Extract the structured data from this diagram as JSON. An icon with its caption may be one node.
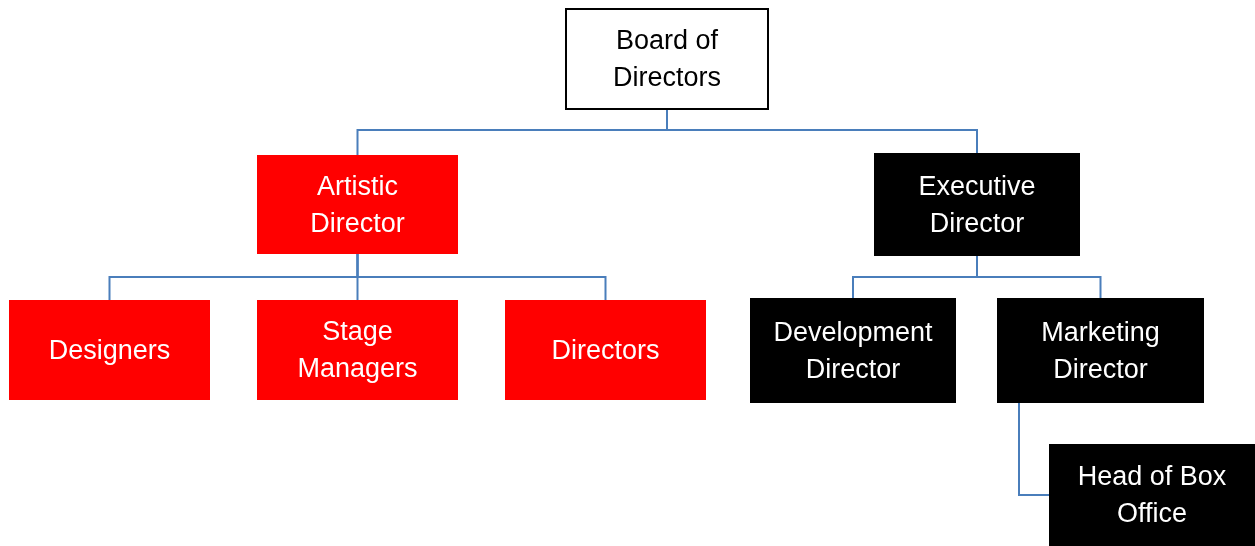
{
  "diagram": {
    "nodes": [
      {
        "text": [
          "Board of Directors"
        ]
      },
      {
        "text": [
          "Artistic Director"
        ]
      },
      {
        "text": [
          "Executive Director"
        ]
      },
      {
        "text": [
          "Designers"
        ]
      },
      {
        "text": [
          "Stage Managers"
        ]
      },
      {
        "text": [
          "Directors"
        ]
      },
      {
        "text": [
          "Development Director"
        ]
      },
      {
        "text": [
          "Marketing Director"
        ]
      },
      {
        "text": [
          "Head of Box Office"
        ]
      }
    ],
    "edges": [
      {
        "from": 0,
        "to": 1,
        "arrow": "none"
      },
      {
        "from": 0,
        "to": 2,
        "arrow": "none"
      },
      {
        "from": 1,
        "to": 3,
        "arrow": "none"
      },
      {
        "from": 1,
        "to": 4,
        "arrow": "none"
      },
      {
        "from": 1,
        "to": 5,
        "arrow": "none"
      },
      {
        "from": 2,
        "to": 6,
        "arrow": "none"
      },
      {
        "from": 2,
        "to": 7,
        "arrow": "none"
      },
      {
        "from": 7,
        "to": 8,
        "arrow": "none"
      }
    ]
  }
}
